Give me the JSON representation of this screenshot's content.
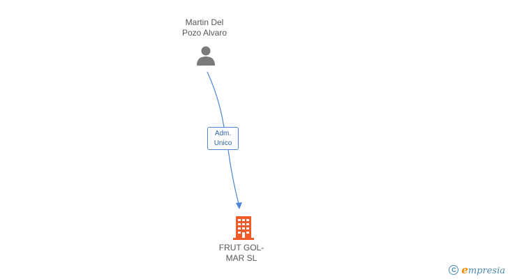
{
  "nodes": {
    "person": {
      "name_line1": "Martin Del",
      "name_line2": "Pozo Alvaro",
      "icon": "person-icon",
      "color": "#7a7a7a"
    },
    "company": {
      "name_line1": "FRUT GOL-",
      "name_line2": "MAR SL",
      "icon": "building-icon",
      "color": "#f15a29"
    }
  },
  "edge": {
    "role_line1": "Adm.",
    "role_line2": "Unico",
    "color": "#4a86d4"
  },
  "watermark": {
    "copyright_symbol": "C",
    "brand_first_letter": "e",
    "brand_rest": "mpresia",
    "accent": "#f28c00",
    "color": "#4a8ab0"
  }
}
